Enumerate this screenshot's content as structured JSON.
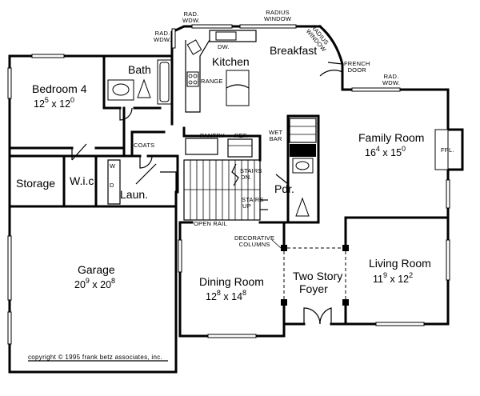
{
  "rooms": {
    "bedroom4": {
      "name": "Bedroom 4",
      "w": "12",
      "wsup": "5",
      "x": "x",
      "d": "12",
      "dsup": "0"
    },
    "bath": {
      "name": "Bath"
    },
    "kitchen": {
      "name": "Kitchen"
    },
    "breakfast": {
      "name": "Breakfast"
    },
    "family": {
      "name": "Family Room",
      "w": "16",
      "wsup": "4",
      "x": "x",
      "d": "15",
      "dsup": "0"
    },
    "storage": {
      "name": "Storage"
    },
    "wic": {
      "name": "W.i.c."
    },
    "laun": {
      "name": "Laun."
    },
    "pdr": {
      "name": "Pdr."
    },
    "garage": {
      "name": "Garage",
      "w": "20",
      "wsup": "9",
      "x": "x",
      "d": "20",
      "dsup": "8"
    },
    "dining": {
      "name": "Dining Room",
      "w": "12",
      "wsup": "8",
      "x": "x",
      "d": "14",
      "dsup": "8"
    },
    "foyer": {
      "name1": "Two Story",
      "name2": "Foyer"
    },
    "living": {
      "name": "Living Room",
      "w": "11",
      "wsup": "9",
      "x": "x",
      "d": "12",
      "dsup": "2"
    }
  },
  "labels": {
    "rad_wdw": "RAD.",
    "wdw": "WDW.",
    "radius": "RADIUS",
    "window": "WINDOW",
    "french": "FRENCH",
    "door": "DOOR",
    "dw": "DW.",
    "range": "RANGE",
    "pantry": "PANTRY",
    "ref": "REF.",
    "wet": "WET",
    "bar": "BAR",
    "coats": "COATS",
    "w": "W",
    "d": "D",
    "stairs": "STAIRS",
    "dn": "DN.",
    "up": "UP",
    "open_rail": "OPEN RAIL",
    "decorative": "DECORATIVE",
    "columns": "COLUMNS",
    "fpl": "FPL."
  },
  "copyright": "copyright  ©  1995 frank betz associates, inc."
}
